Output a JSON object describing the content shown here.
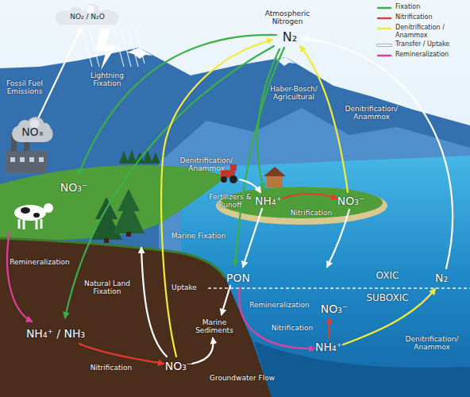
{
  "diagram": {
    "nodes": [
      {
        "text": [
          "NO₂ / N₂O"
        ]
      },
      {
        "text": [
          "NOₓ"
        ]
      }
    ],
    "edges": [
      {
        "from": 1,
        "to": 0,
        "arrow": "to",
        "label": "Fossil Fuel Emissions"
      }
    ],
    "labels": [
      "Atmospheric Nitrogen",
      "N₂",
      "Lightning Fixation",
      "NO₃⁻",
      "Haber-Bosch/ Agricultural",
      "Denitrification/ Anammox",
      "Denitrification/ Anammox",
      "Fertilizers & Runoff",
      "NH₄⁺",
      "Nitrification",
      "NO₃⁻",
      "Marine Fixation",
      "Remineralization",
      "Natural Land Fixation",
      "Uptake",
      "PON",
      "OXIC",
      "SUBOXIC",
      "N₂",
      "Remineralization",
      "NO₃⁻",
      "Nitrification",
      "Denitrification/ Anammox",
      "NH₄⁺ / NH₃",
      "Marine Sediments",
      "NH₄⁺",
      "Nitrification",
      "NO₃⁻",
      "Groundwater Flow"
    ],
    "legend": [
      {
        "text": "Fixation"
      },
      {
        "text": "Nitrification"
      },
      {
        "text": "Denitrification / Anammox"
      },
      {
        "text": "Transfer / Uptake"
      },
      {
        "text": "Remineralization"
      }
    ]
  }
}
